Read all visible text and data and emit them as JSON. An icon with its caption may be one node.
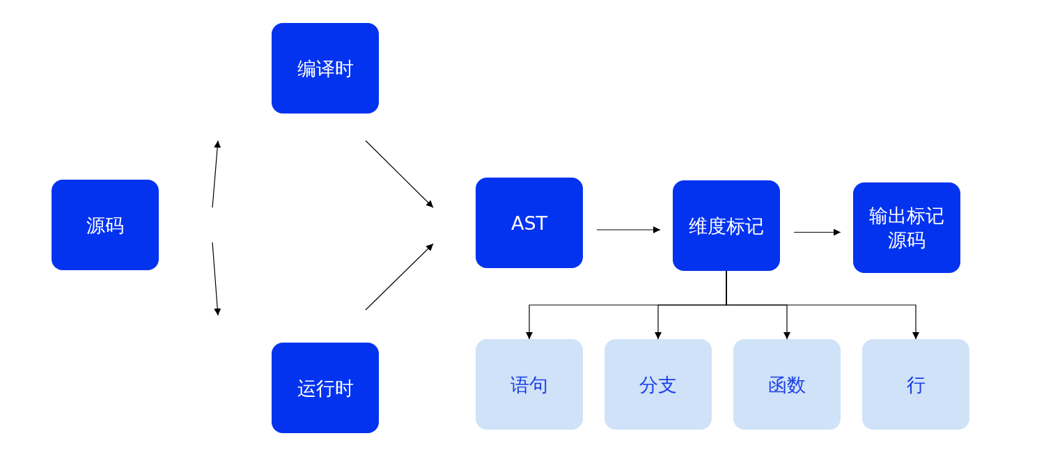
{
  "diagram": {
    "nodes": [
      {
        "text": [
          "源码"
        ]
      },
      {
        "text": [
          "编译时"
        ]
      },
      {
        "text": [
          "运行时"
        ]
      },
      {
        "text": [
          "AST"
        ]
      },
      {
        "text": [
          "维度标记"
        ]
      },
      {
        "text": [
          "输出标记源码"
        ]
      },
      {
        "text": [
          "语句"
        ]
      },
      {
        "text": [
          "分支"
        ]
      },
      {
        "text": [
          "函数"
        ]
      },
      {
        "text": [
          "行"
        ]
      }
    ],
    "edges": [
      {
        "from": 0,
        "to": 1,
        "arrow": "to"
      },
      {
        "from": 0,
        "to": 2,
        "arrow": "to"
      },
      {
        "from": 1,
        "to": 3,
        "arrow": "to"
      },
      {
        "from": 2,
        "to": 3,
        "arrow": "to"
      },
      {
        "from": 3,
        "to": 4,
        "arrow": "to"
      },
      {
        "from": 4,
        "to": 5,
        "arrow": "to"
      },
      {
        "from": 4,
        "to": 6,
        "arrow": "to"
      },
      {
        "from": 4,
        "to": 7,
        "arrow": "to"
      },
      {
        "from": 4,
        "to": 8,
        "arrow": "to"
      },
      {
        "from": 4,
        "to": 9,
        "arrow": "to"
      }
    ]
  }
}
